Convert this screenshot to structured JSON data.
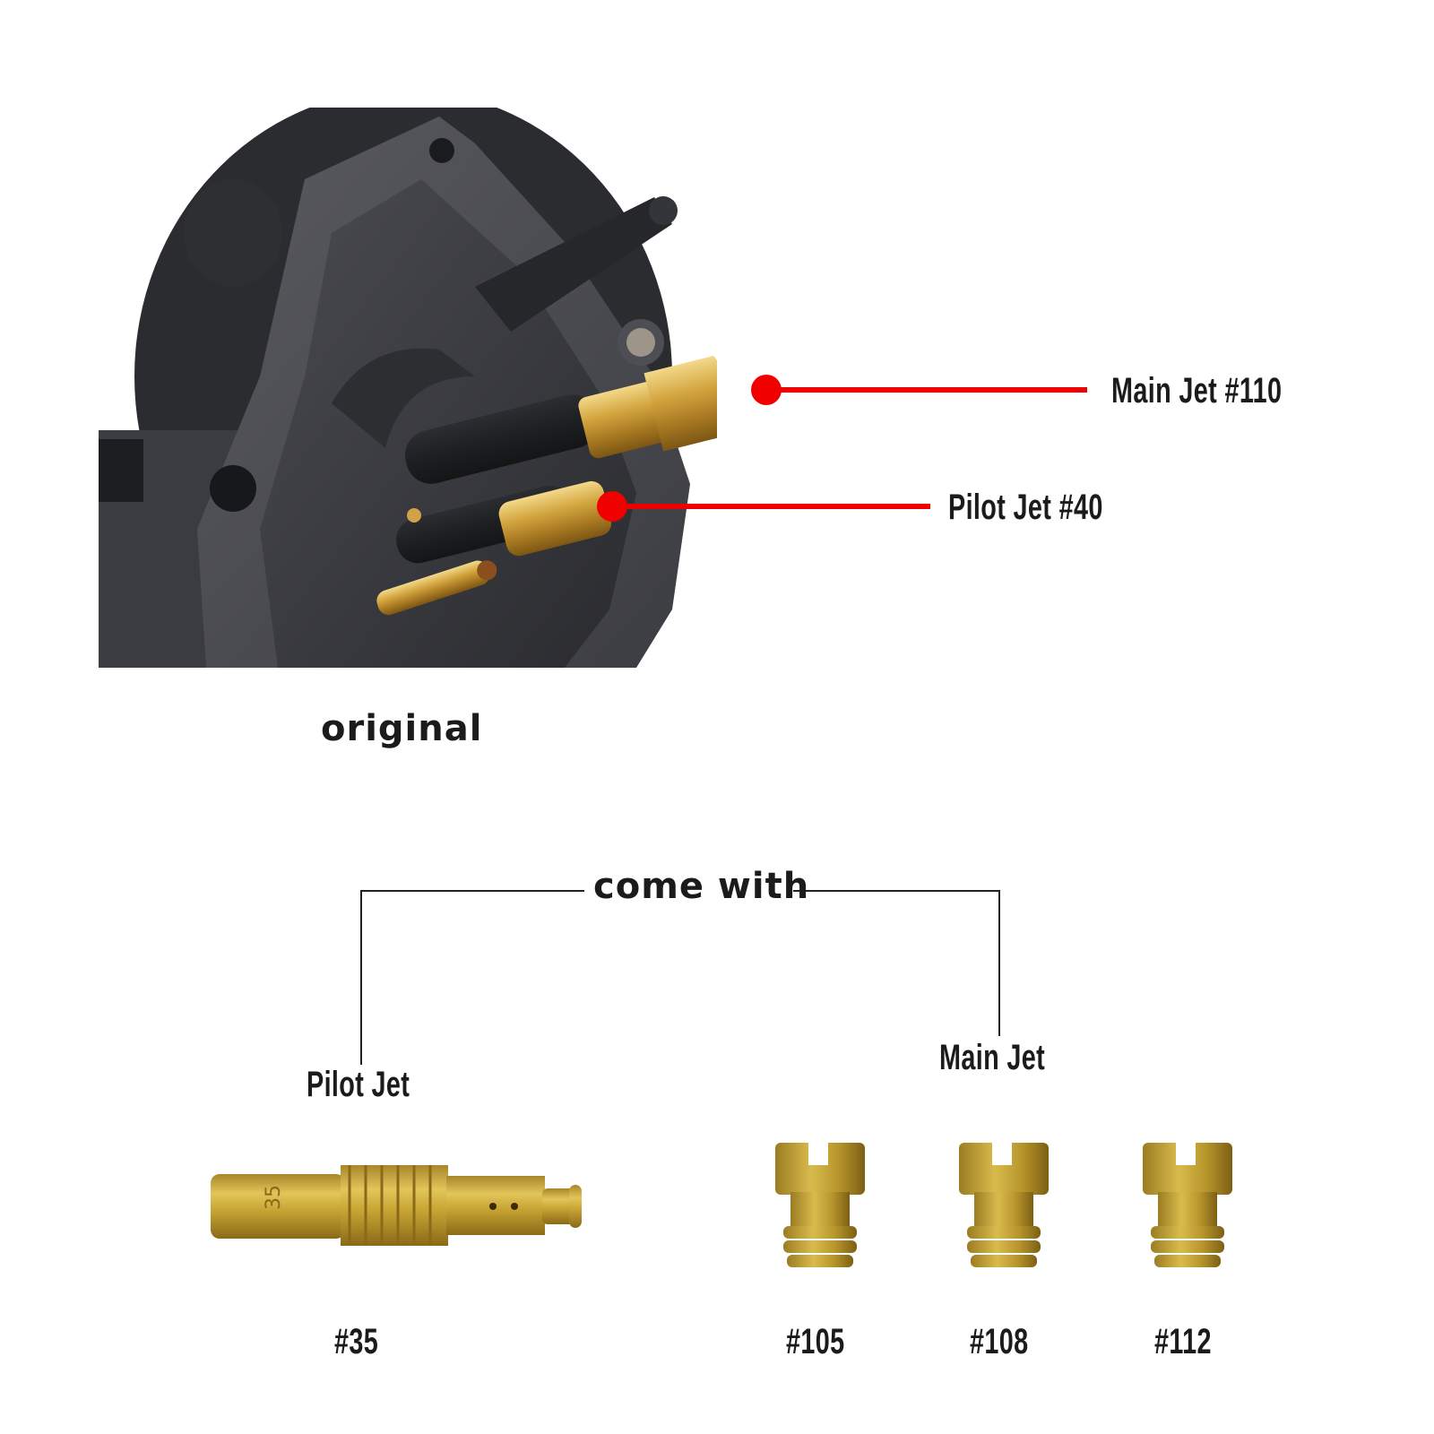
{
  "original_section": {
    "caption": "original",
    "callouts": [
      {
        "label": "Main Jet #110",
        "color": "#ee0000"
      },
      {
        "label": "Pilot Jet #40",
        "color": "#ee0000"
      }
    ]
  },
  "included_section": {
    "heading": "come with",
    "groups": [
      {
        "label": "Pilot Jet",
        "items": [
          {
            "size": "#35",
            "stamp": "35"
          }
        ]
      },
      {
        "label": "Main Jet",
        "items": [
          {
            "size": "#105"
          },
          {
            "size": "#108"
          },
          {
            "size": "#112"
          }
        ]
      }
    ]
  },
  "colors": {
    "callout_red": "#ee0000",
    "brass": "#c9a635",
    "carb_body": "#3a3b3f",
    "text": "#1b1b1b"
  }
}
